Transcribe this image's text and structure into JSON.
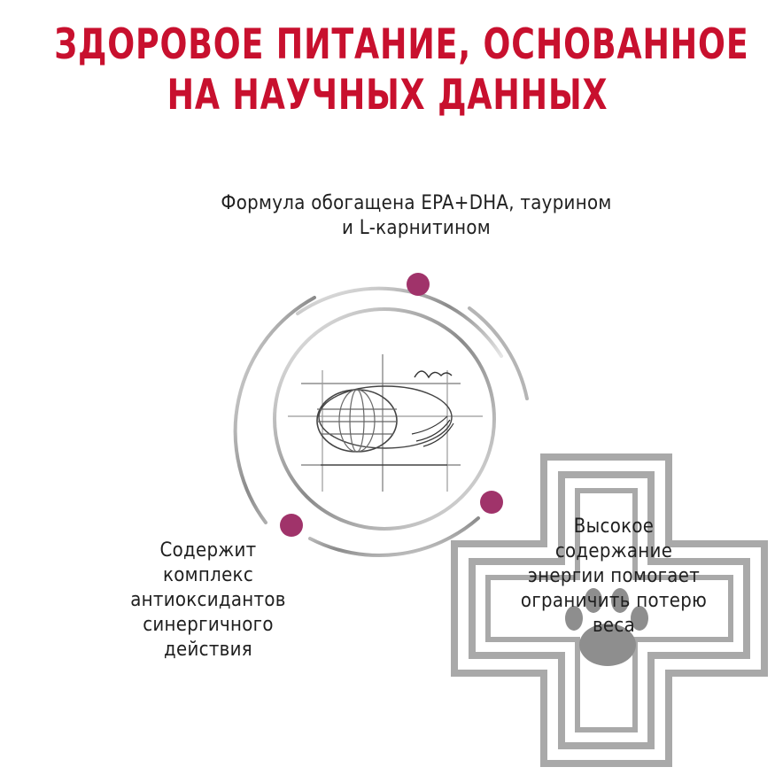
{
  "headline": {
    "lines": [
      "ЗДОРОВОЕ ПИТАНИЕ, ОСНОВАННОЕ",
      "НА НАУЧНЫХ ДАННЫХ"
    ]
  },
  "benefits": {
    "top": [
      "Формула обогащена EPA+DHA, таурином",
      "и L-карнитином"
    ],
    "left": [
      "Содержит",
      "комплекс",
      "антиоксидантов",
      "синергичного",
      "действия"
    ],
    "right": [
      "Высокое",
      "содержание",
      "энергии помогает",
      "ограничить потерю",
      "веса"
    ]
  },
  "colors": {
    "headline": "#c8102e",
    "accent_dot": "#a0336a",
    "ring": "#9a9a9a",
    "cross": "#a9a9a9",
    "text": "#1f1f1f"
  },
  "icons": {
    "center": "kibble-sketch-icon",
    "cross": "paw-cross-icon"
  }
}
